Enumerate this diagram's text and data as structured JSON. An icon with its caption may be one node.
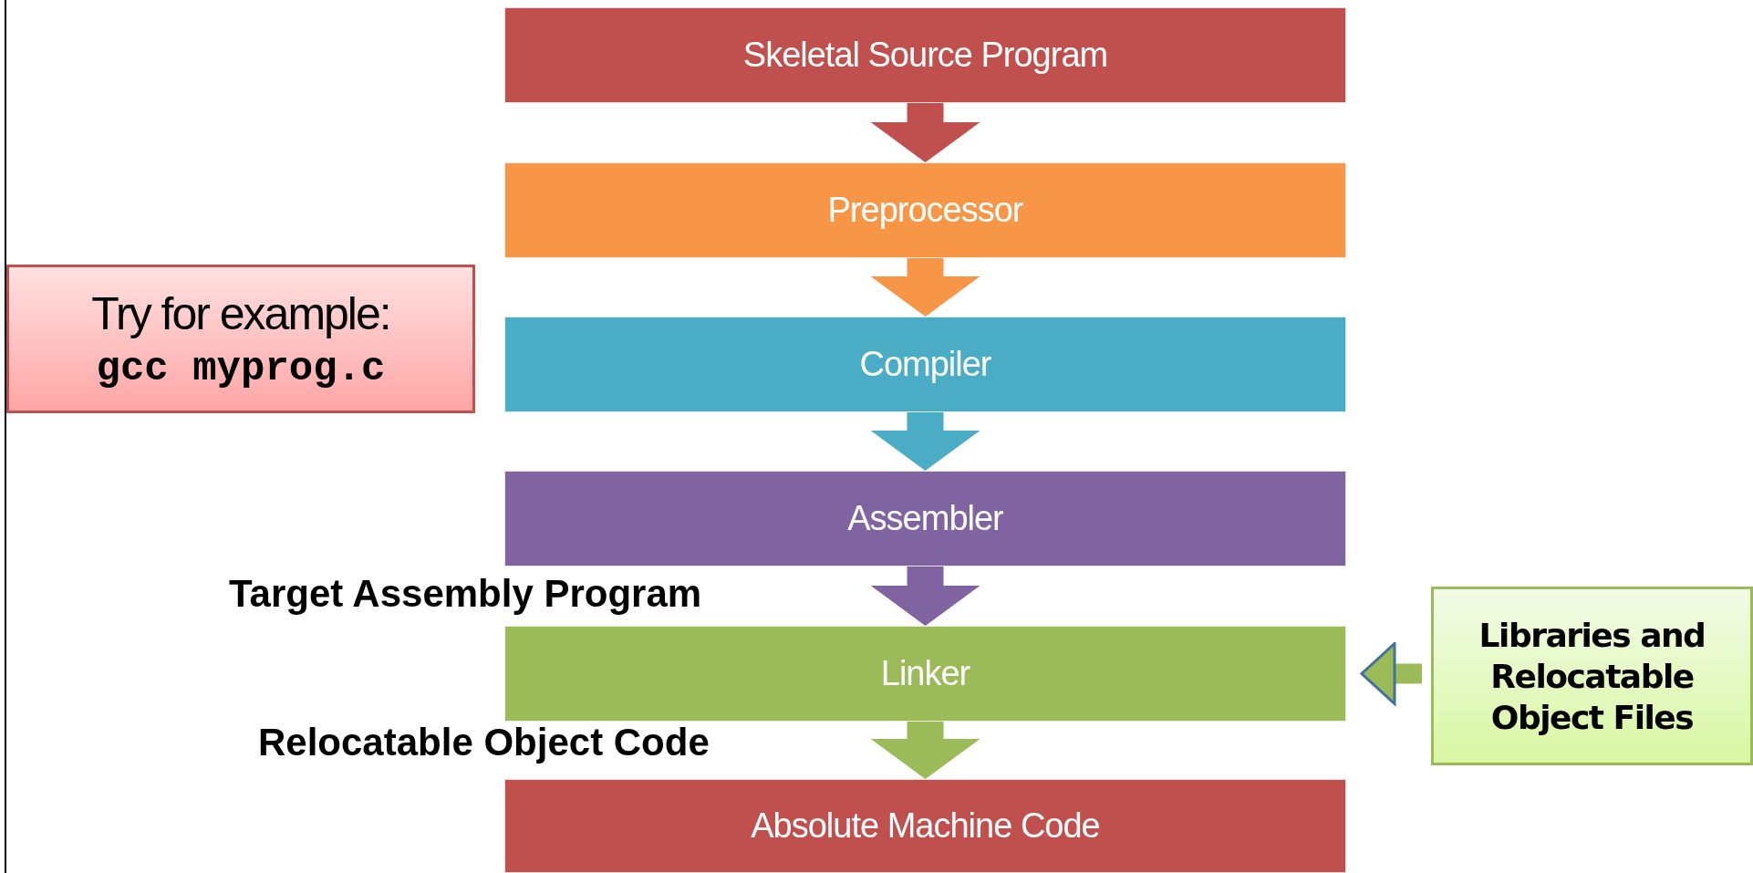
{
  "diagram": {
    "nodes": [
      {
        "text": [
          "Skeletal Source Program"
        ]
      },
      {
        "text": [
          "Preprocessor"
        ]
      },
      {
        "text": [
          "Compiler"
        ]
      },
      {
        "text": [
          "Assembler"
        ]
      },
      {
        "text": [
          "Linker"
        ]
      },
      {
        "text": [
          "Absolute Machine Code"
        ]
      },
      {
        "text": [
          "Try for example:",
          "gcc myprog.c"
        ]
      },
      {
        "text": [
          "Libraries and Relocatable Object Files"
        ]
      }
    ],
    "edges": [
      {
        "from": 0,
        "to": 1,
        "arrow": "to",
        "color": "#c0504d"
      },
      {
        "from": 1,
        "to": 2,
        "arrow": "to",
        "color": "#f79646"
      },
      {
        "from": 2,
        "to": 3,
        "arrow": "to",
        "color": "#4bacc6"
      },
      {
        "from": 3,
        "to": 4,
        "arrow": "to",
        "color": "#8064a2"
      },
      {
        "from": 4,
        "to": 5,
        "arrow": "to",
        "color": "#9bbb59"
      },
      {
        "from": 7,
        "to": 4,
        "arrow": "to",
        "color": "#9bbb59"
      }
    ],
    "labels": [
      "Target Assembly Program",
      "Relocatable Object Code"
    ]
  }
}
